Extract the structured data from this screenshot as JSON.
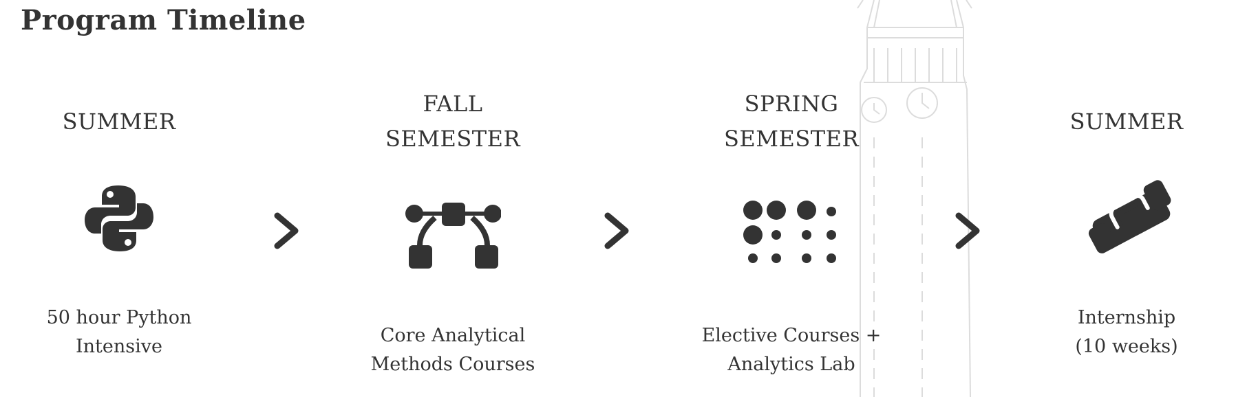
{
  "page": {
    "title": "Program Timeline"
  },
  "stages": [
    {
      "term_lines": [
        "SUMMER"
      ],
      "icon": "python-logo-icon",
      "desc_lines": [
        "50 hour Python",
        "Intensive"
      ]
    },
    {
      "term_lines": [
        "FALL",
        "SEMESTER"
      ],
      "icon": "bezier-curve-icon",
      "desc_lines": [
        "Core Analytical",
        "Methods Courses"
      ]
    },
    {
      "term_lines": [
        "SPRING",
        "SEMESTER"
      ],
      "icon": "braille-dots-icon",
      "desc_lines": [
        "Elective Courses +",
        "Analytics Lab"
      ]
    },
    {
      "term_lines": [
        "SUMMER"
      ],
      "icon": "handshake-icon",
      "desc_lines": [
        "Internship",
        "(10 weeks)"
      ]
    }
  ],
  "connectors": [
    "chevron-right-icon",
    "chevron-right-icon",
    "chevron-right-icon"
  ],
  "colors": {
    "text": "#333333",
    "background": "#ffffff",
    "tower_sketch": "#dcdcdc"
  }
}
